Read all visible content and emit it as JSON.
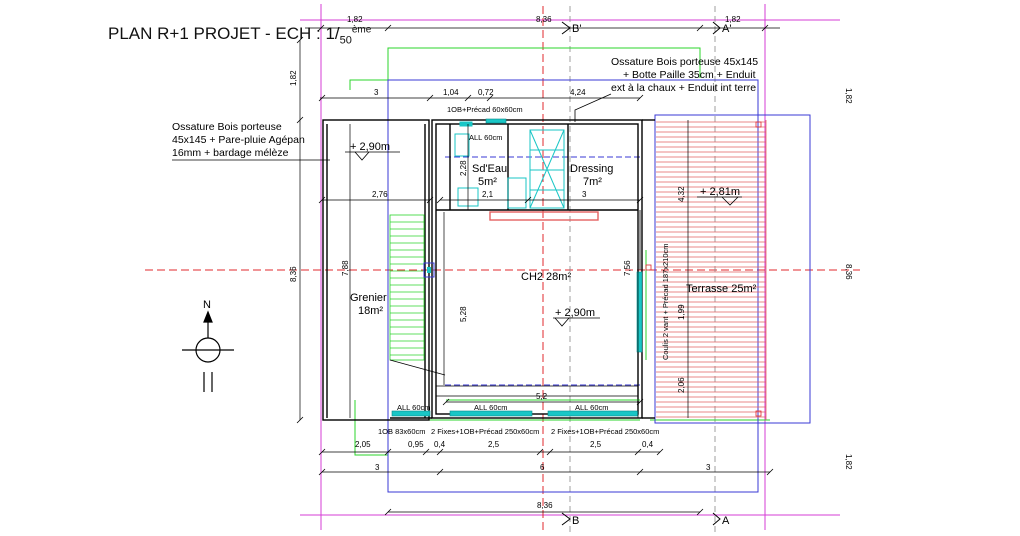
{
  "title": {
    "main": "PLAN R+1 PROJET - ECH : 1/",
    "scale_denominator": "50",
    "scale_suffix": "ème"
  },
  "notes": {
    "left_wall": [
      "Ossature Bois porteuse",
      "45x145 + Pare-pluie Agépan",
      "16mm + bardage mélèze"
    ],
    "right_wall": [
      "Ossature Bois porteuse 45x145",
      "+ Botte Paille 35cm + Enduit",
      "ext à la chaux + Enduit int terre"
    ]
  },
  "rooms": {
    "sdeau": {
      "name": "Sd'Eau",
      "area": "5m²"
    },
    "dressing": {
      "name": "Dressing",
      "area": "7m²"
    },
    "ch2": {
      "name": "CH2 28m²"
    },
    "grenier": {
      "name": "Grenier",
      "area": "18m²"
    },
    "terrasse": {
      "name": "Terrasse 25m²"
    }
  },
  "levels": {
    "grenier": "+ 2,90m",
    "ch2": "+ 2,90m",
    "terrasse": "+ 2,81m"
  },
  "windows": {
    "top_sdeau": "1OB+Précad 60x60cm",
    "all_sdeau": "ALL 60cm",
    "all_grenier": "ALL 60cm",
    "all_ch2_left": "ALL 60cm",
    "all_ch2_right": "ALL 60cm",
    "bottom_left": "1OB 83x60cm",
    "bottom_mid": "2 Fixes+1OB+Précad 250x60cm",
    "bottom_right": "2 Fixes+1OB+Précad 250x60cm",
    "coulis": "Coulis 2 vant + Précad 187x210cm"
  },
  "section_marks": {
    "b_top": "B'",
    "a_top": "A'",
    "b_bottom": "B",
    "a_bottom": "A"
  },
  "compass": {
    "north": "N"
  },
  "dimensions": {
    "top_left": "1,82",
    "top_mid": "8,36",
    "top_right": "1,82",
    "left_top": "1,82",
    "left_total": "8,36",
    "d3_top": "3",
    "d104": "1,04",
    "d072": "0,72",
    "d424": "4,24",
    "d276": "2,76",
    "d228": "2,28",
    "d21": "2,1",
    "d3_mid": "3",
    "d788": "7,88",
    "d528": "5,28",
    "d756": "7,56",
    "d432": "4,32",
    "d199": "1,99",
    "d206": "2,06",
    "d52": "5,2",
    "b205": "2,05",
    "b095": "0,95",
    "b04a": "0,4",
    "b25a": "2,5",
    "b25b": "2,5",
    "b04b": "0,4",
    "bb3a": "3",
    "bb6": "6",
    "bb3b": "3",
    "bottom_total": "8,36",
    "right_cut_a": "1,82",
    "right_cut_b": "8,36",
    "right_cut_c": "1,82"
  },
  "colors": {
    "wall": "#000000",
    "axis": "#e0282e",
    "green_line": "#2bd42b",
    "blue_line": "#3a3ad6",
    "cyan": "#19c6c6",
    "magenta": "#d63cd6",
    "terrace_hatch": "#e36060"
  }
}
